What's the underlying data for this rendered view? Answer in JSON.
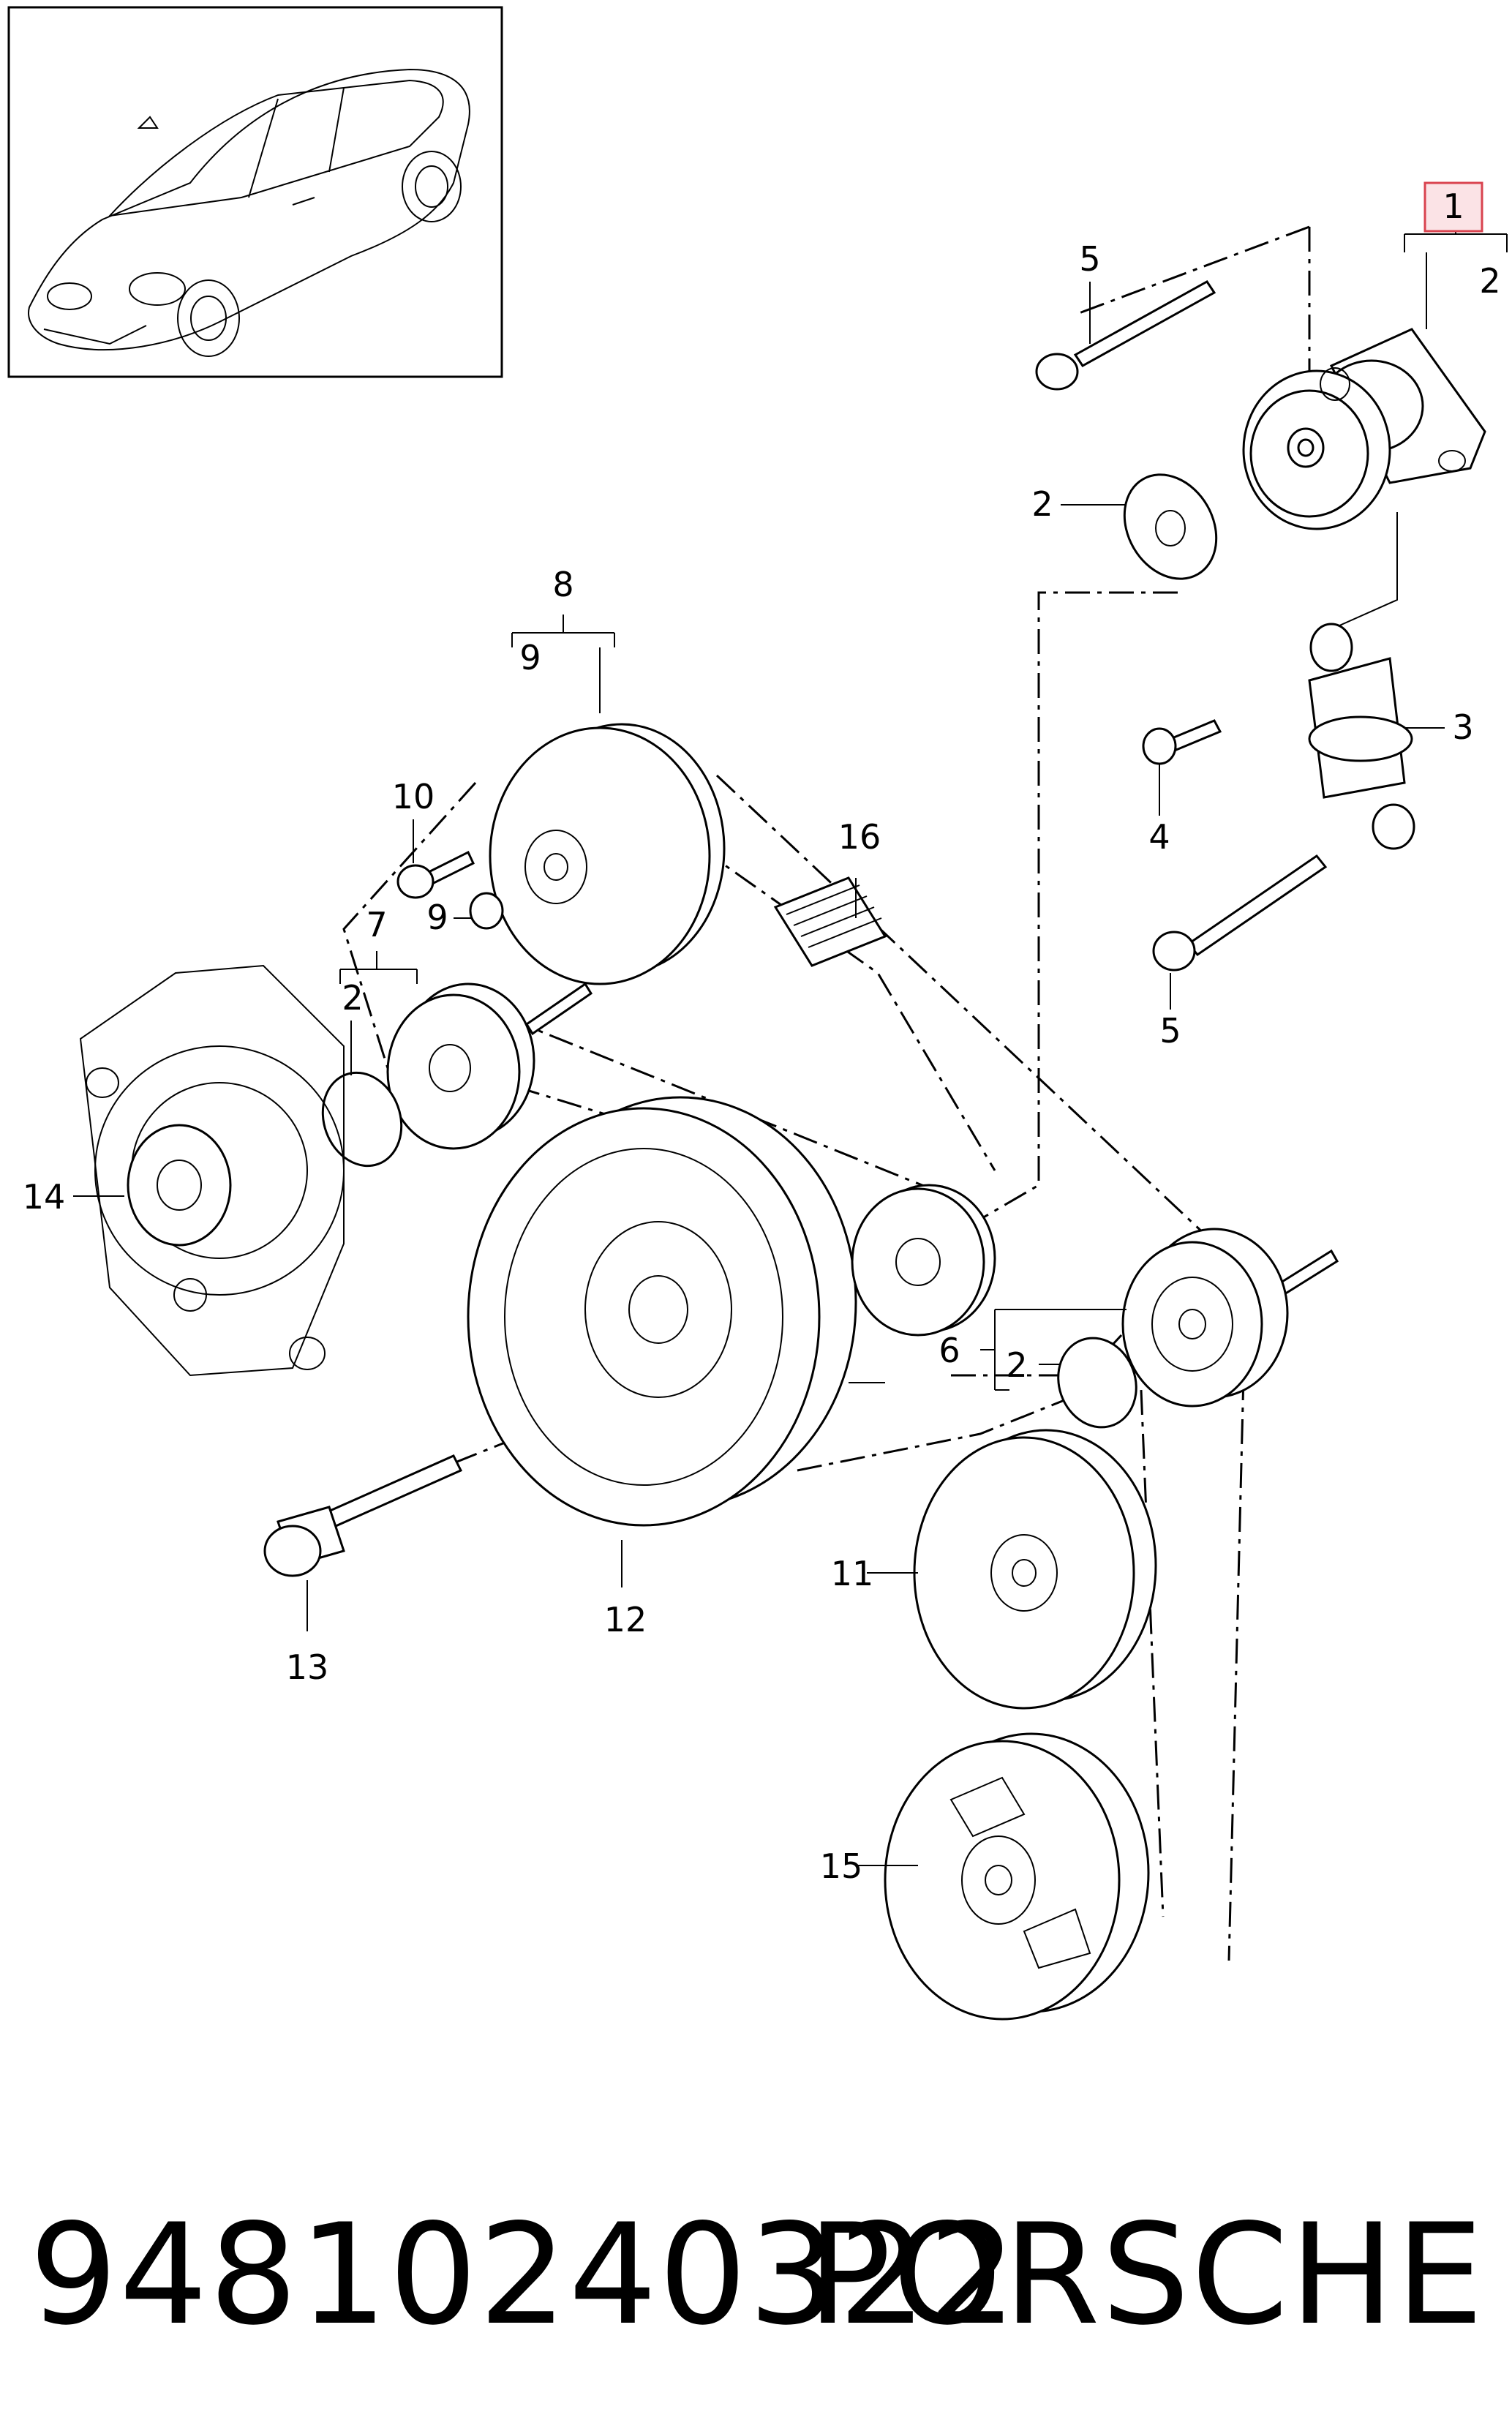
{
  "callouts": {
    "c1": "1",
    "c2a": "2",
    "c2b": "2",
    "c2c": "2",
    "c2d": "2",
    "c3": "3",
    "c4": "4",
    "c5a": "5",
    "c5b": "5",
    "c6": "6",
    "c7": "7",
    "c8": "8",
    "c9a": "9",
    "c9b": "9",
    "c10": "10",
    "c11": "11",
    "c12": "12",
    "c13": "13",
    "c14": "14",
    "c15": "15",
    "c16": "16"
  },
  "footer": {
    "part_number": "94810240322",
    "brand": "PORSCHE"
  },
  "colors": {
    "line": "#000000",
    "highlight_box": "#d9434f",
    "highlight_fill": "#fbe3e6"
  }
}
